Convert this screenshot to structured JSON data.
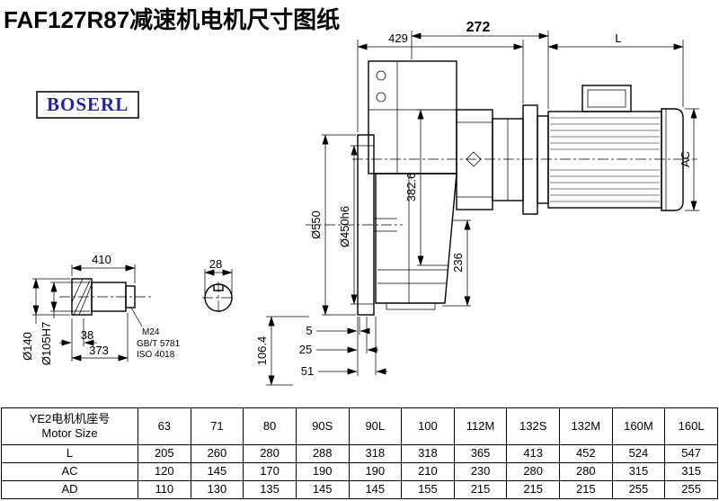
{
  "page": {
    "title": "FAF127R87减速机电机尺寸图纸",
    "logo": "BOSERL"
  },
  "drawing": {
    "top_dims": {
      "d429": "429",
      "d272": "272",
      "dL": "L"
    },
    "right_dims": {
      "ac": "AC"
    },
    "vert_dims": {
      "d550": "Ø550",
      "d450": "Ø450h6",
      "d382": "382.6",
      "d236": "236"
    },
    "shaft": {
      "d410": "410",
      "d28": "28",
      "d140": "Ø140",
      "d105": "Ø105H7",
      "d38": "38",
      "d373": "373",
      "m24": "M24",
      "gbt": "GB/T 5781",
      "iso": "ISO 4018",
      "d106": "106.4"
    },
    "bottom_dims": {
      "d5": "5",
      "d25": "25",
      "d51": "51"
    }
  },
  "table": {
    "row_label_cn": "YE2电机机座号",
    "row_label_en": "Motor Size",
    "header": [
      "63",
      "71",
      "80",
      "90S",
      "90L",
      "100",
      "112M",
      "132S",
      "132M",
      "160M",
      "160L"
    ],
    "rows": [
      {
        "label": "L",
        "values": [
          205,
          260,
          280,
          288,
          318,
          318,
          365,
          413,
          452,
          524,
          547
        ]
      },
      {
        "label": "AC",
        "values": [
          120,
          145,
          170,
          190,
          190,
          210,
          230,
          280,
          280,
          315,
          315
        ]
      },
      {
        "label": "AD",
        "values": [
          110,
          130,
          135,
          145,
          145,
          155,
          215,
          215,
          215,
          255,
          255
        ]
      }
    ]
  }
}
